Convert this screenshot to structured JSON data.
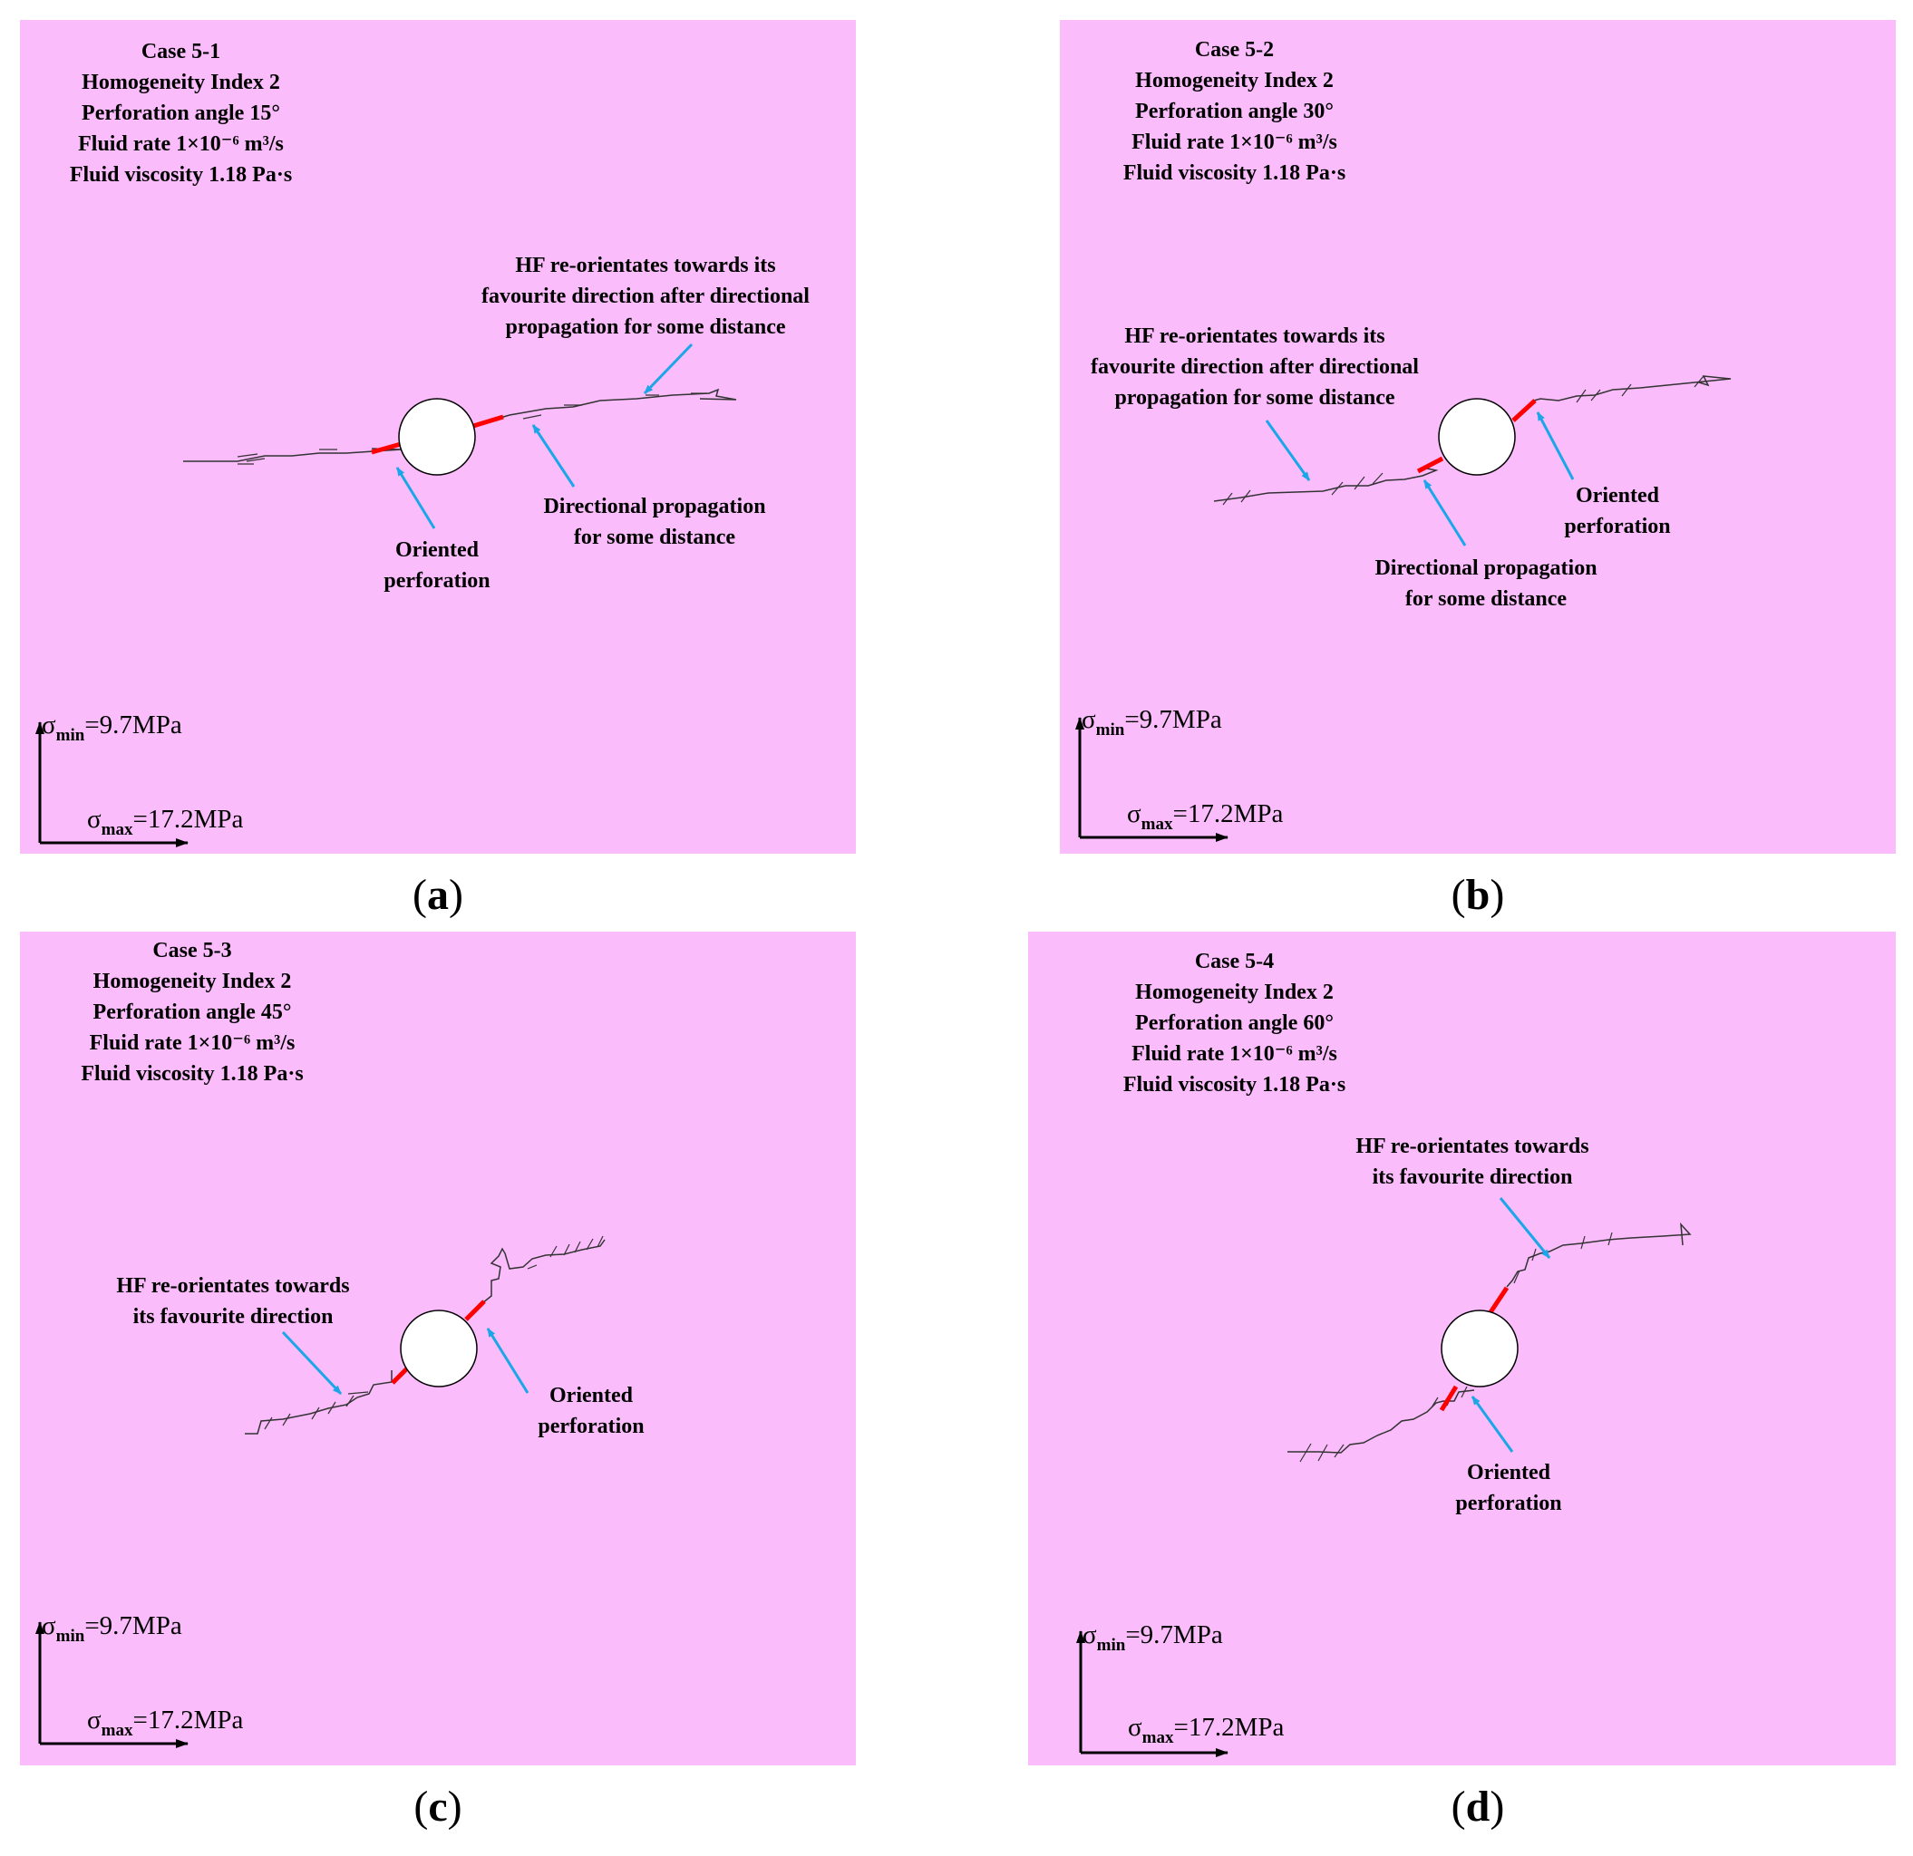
{
  "colors": {
    "panel_bg": "#fbbcfb",
    "crack": "#333333",
    "perforation": "#ff0000",
    "annotation_arrow": "#1aa6e8",
    "wellbore_fill": "#ffffff"
  },
  "stress": {
    "sigma": "σ",
    "min_sub": "min",
    "min_value": "=9.7MPa",
    "max_sub": "max",
    "max_value": "=17.2MPa"
  },
  "panels": [
    {
      "id": "a",
      "caption": "a",
      "params": [
        "Case 5-1",
        "Homogeneity Index 2",
        "Perforation angle 15°",
        "Fluid rate 1×10⁻⁶ m³/s",
        "Fluid viscosity 1.18 Pa·s"
      ],
      "notes": [
        [
          "HF re-orientates towards its",
          "favourite direction after directional",
          "propagation for some distance"
        ],
        [
          "Directional propagation",
          "for some distance"
        ],
        [
          "Oriented",
          "perforation"
        ]
      ]
    },
    {
      "id": "b",
      "caption": "b",
      "params": [
        "Case 5-2",
        "Homogeneity Index 2",
        "Perforation angle 30°",
        "Fluid rate 1×10⁻⁶ m³/s",
        "Fluid viscosity 1.18 Pa·s"
      ],
      "notes": [
        [
          "HF re-orientates towards its",
          "favourite direction after directional",
          "propagation for some distance"
        ],
        [
          "Oriented",
          "perforation"
        ],
        [
          "Directional propagation",
          "for some distance"
        ]
      ]
    },
    {
      "id": "c",
      "caption": "c",
      "params": [
        "Case 5-3",
        "Homogeneity Index 2",
        "Perforation angle 45°",
        "Fluid rate 1×10⁻⁶ m³/s",
        "Fluid viscosity 1.18 Pa·s"
      ],
      "notes": [
        [
          "HF re-orientates towards",
          "its favourite direction"
        ],
        [
          "Oriented",
          "perforation"
        ]
      ]
    },
    {
      "id": "d",
      "caption": "d",
      "params": [
        "Case 5-4",
        "Homogeneity Index 2",
        "Perforation angle 60°",
        "Fluid rate 1×10⁻⁶ m³/s",
        "Fluid viscosity 1.18 Pa·s"
      ],
      "notes": [
        [
          "HF re-orientates towards",
          "its favourite direction"
        ],
        [
          "Oriented",
          "perforation"
        ]
      ]
    }
  ]
}
